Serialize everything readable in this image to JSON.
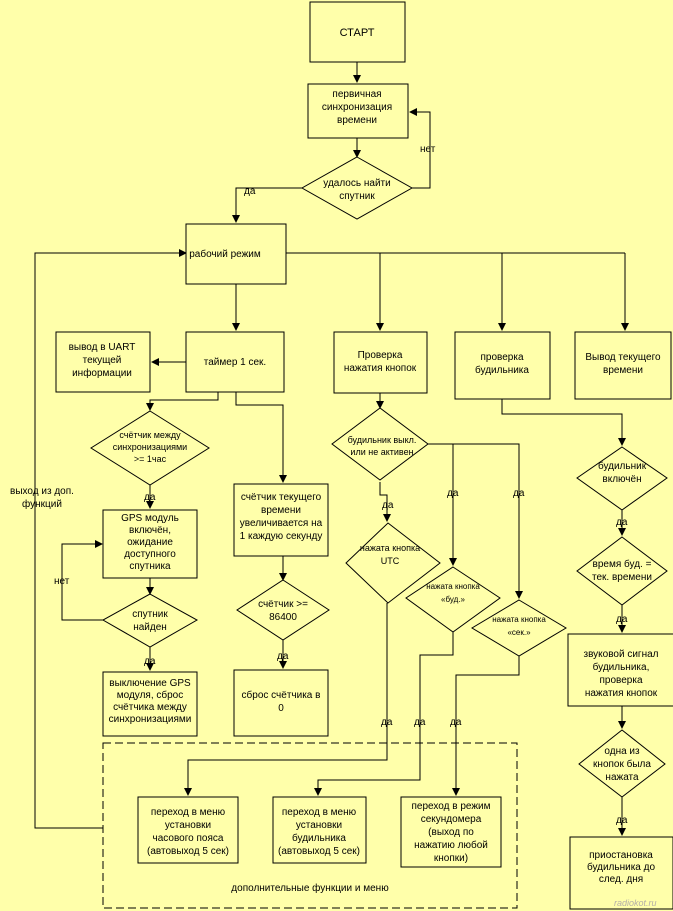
{
  "nodes": {
    "start": "СТАРТ",
    "initial_sync": [
      "первичная",
      "синхронизация",
      "времени"
    ],
    "satellite_found": [
      "удалось найти",
      "спутник"
    ],
    "work_mode": "рабочий режим",
    "uart_output": [
      "вывод в UART",
      "текущей",
      "информации"
    ],
    "timer": "таймер 1 сек.",
    "check_buttons": [
      "Проверка",
      "нажатия кнопок"
    ],
    "check_alarm": [
      "проверка",
      "будильника"
    ],
    "show_time": [
      "Вывод текущего",
      "времени"
    ],
    "sync_interval": [
      "счётчик между",
      "синхронизациями",
      ">= 1час"
    ],
    "gps_on": [
      "GPS модуль",
      "включён,",
      "ожидание",
      "доступного",
      "спутника"
    ],
    "sat_found2": [
      "спутник",
      "найден"
    ],
    "gps_off": [
      "выключение GPS",
      "модуля, сброс",
      "счётчика между",
      "синхронизациями"
    ],
    "counter_inc": [
      "счётчик текущего",
      "времени",
      "увеличивается на",
      "1 каждую секунду"
    ],
    "counter_check": [
      "счётчик >=",
      "86400"
    ],
    "counter_reset": [
      "сброс счётчика в",
      "0"
    ],
    "alarm_off_check": [
      "будильник выкл.",
      "или не активен"
    ],
    "utc_pressed": [
      "нажата кнопка",
      "UTC"
    ],
    "alarm_btn_pressed": [
      "нажата кнопка",
      "«буд.»"
    ],
    "sec_btn_pressed": [
      "нажата кнопка",
      "«сек.»"
    ],
    "alarm_enabled": [
      "будильник",
      "включён"
    ],
    "alarm_time_eq": [
      "время буд. =",
      "тек. времени"
    ],
    "alarm_signal": [
      "звуковой сигнал",
      "будильника,",
      "проверка",
      "нажатия кнопок"
    ],
    "any_pressed": [
      "одна из",
      "кнопок была",
      "нажата"
    ],
    "alarm_suspend": [
      "приостановка",
      "будильника до",
      "след. дня"
    ],
    "menu_tz": [
      "переход в меню",
      "установки",
      "часового пояса",
      "(автовыход 5 сек)"
    ],
    "menu_alarm": [
      "переход в меню",
      "установки",
      "будильника",
      "(автовыход 5 сек)"
    ],
    "stopwatch": [
      "переход в режим",
      "секундомера",
      "(выход по",
      "нажатию любой",
      "кнопки)"
    ]
  },
  "group_label": "дополнительные функции и меню",
  "edge_labels": {
    "yes": "да",
    "no": "нет",
    "exit_extra": [
      "выход из доп.",
      "функций"
    ]
  },
  "watermark": "radiokot.ru"
}
